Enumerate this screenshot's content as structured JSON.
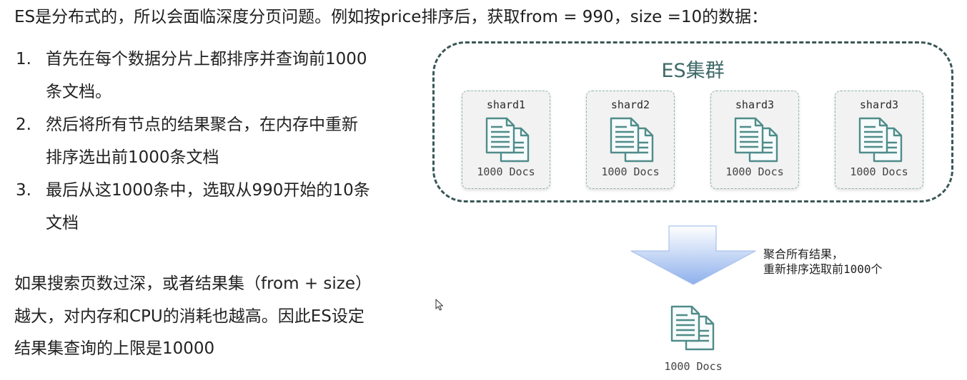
{
  "intro": "ES是分布式的，所以会面临深度分页问题。例如按price排序后，获取from = 990，size =10的数据：",
  "steps": [
    {
      "num": "1.",
      "line1": "首先在每个数据分片上都排序并查询前1000",
      "line2": "条文档。"
    },
    {
      "num": "2.",
      "line1": "然后将所有节点的结果聚合，在内存中重新",
      "line2": "排序选出前1000条文档"
    },
    {
      "num": "3.",
      "line1": "最后从这1000条中，选取从990开始的10条",
      "line2": "文档"
    }
  ],
  "summary": [
    "如果搜索页数过深，或者结果集（from + size）",
    "越大，对内存和CPU的消耗也越高。因此ES设定",
    "结果集查询的上限是10000"
  ],
  "diagram": {
    "cluster_title": "ES集群",
    "shards": [
      {
        "name": "shard1",
        "docs": "1000 Docs"
      },
      {
        "name": "shard2",
        "docs": "1000 Docs"
      },
      {
        "name": "shard3",
        "docs": "1000 Docs"
      },
      {
        "name": "shard3",
        "docs": "1000 Docs"
      }
    ],
    "arrow_note": [
      "聚合所有结果，",
      "重新排序选取前1000个"
    ],
    "result_docs": "1000 Docs",
    "icon": "document-stack-icon",
    "colors": {
      "cluster_border": "#3a5756",
      "icon": "#4f8c8a",
      "arrow_top": "#ffffff",
      "arrow_bottom": "#8eb0ec"
    }
  }
}
